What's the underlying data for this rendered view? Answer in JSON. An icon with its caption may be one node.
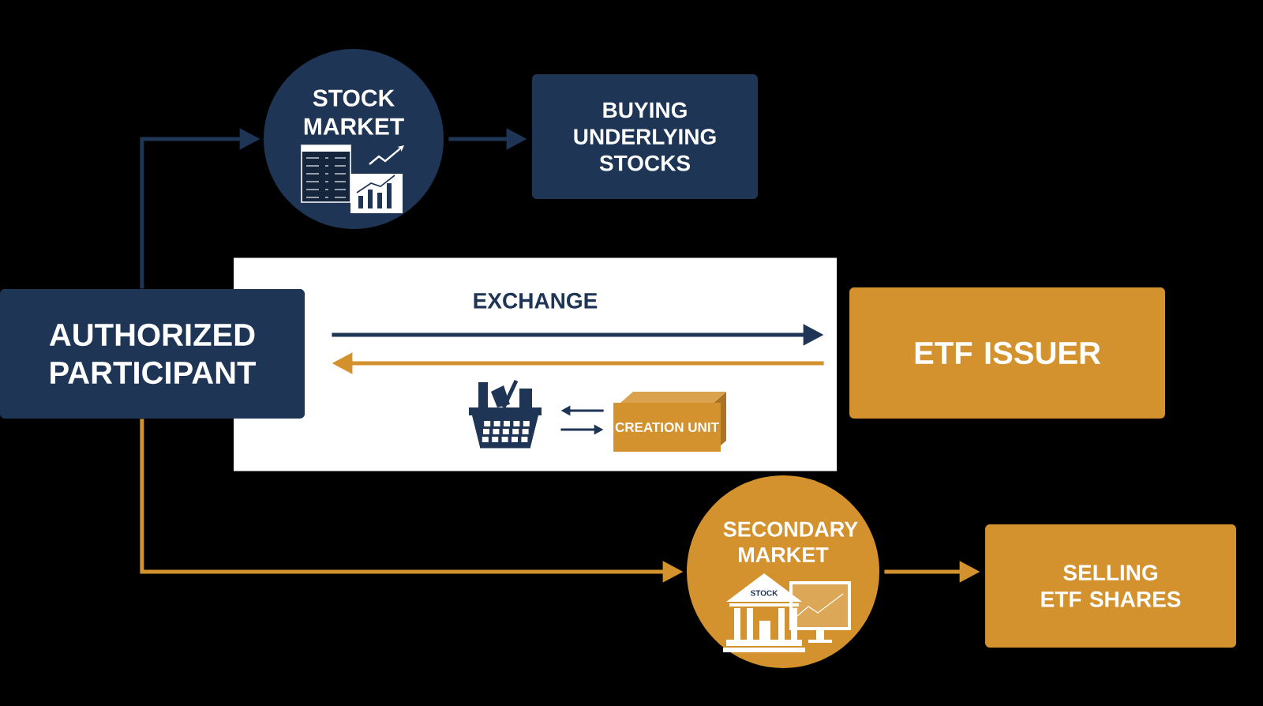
{
  "diagram": {
    "nodes": [
      {
        "text": [
          "STOCK MARKET"
        ]
      },
      {
        "text": [
          "BUYING UNDERLYING STOCKS"
        ]
      },
      {
        "text": [
          "AUTHORIZED PARTICIPANT"
        ]
      },
      {
        "text": [
          "EXCHANGE"
        ]
      },
      {
        "text": [],
        "shape": "picture",
        "in": 3
      },
      {
        "text": [
          "CREATION UNIT"
        ],
        "in": 3
      },
      {
        "text": [
          "ETF ISSUER"
        ]
      },
      {
        "text": [
          "SECONDARY MARKET"
        ]
      },
      {
        "text": [
          "SELLING ETF SHARES"
        ]
      }
    ],
    "edges": [
      {
        "from": 2,
        "to": 0,
        "arrow": "to"
      },
      {
        "from": 0,
        "to": 1,
        "arrow": "to"
      },
      {
        "from": 2,
        "to": 6,
        "arrow": "to"
      },
      {
        "from": 6,
        "to": 2,
        "arrow": "to",
        "color": "#d3922e"
      },
      {
        "from": 5,
        "to": 4,
        "arrow": "to"
      },
      {
        "from": 4,
        "to": 5,
        "arrow": "to"
      },
      {
        "from": 2,
        "to": 7,
        "arrow": "to",
        "color": "#d3922e"
      },
      {
        "from": 7,
        "to": 8,
        "arrow": "to",
        "color": "#d3922e"
      }
    ],
    "labels": [
      "STOCK"
    ]
  }
}
